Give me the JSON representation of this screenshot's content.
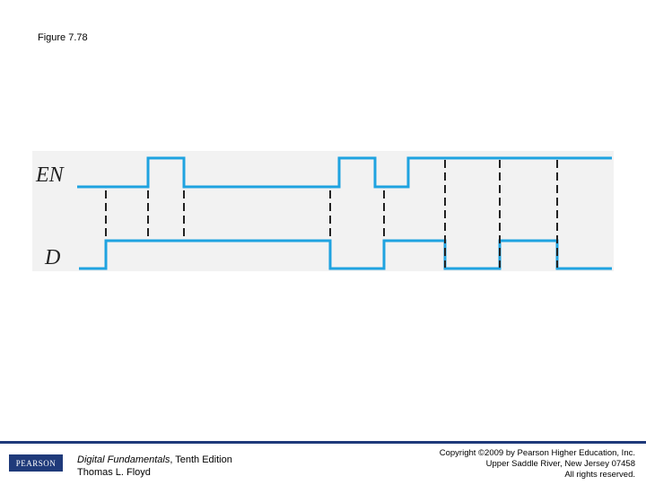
{
  "figure_label": "Figure 7.78",
  "signals": {
    "en_label": "EN",
    "d_label": "D"
  },
  "colors": {
    "waveform": "#1fa3e0",
    "plot_background": "#f2f2f2",
    "footer_accent": "#1f3a7a"
  },
  "footer": {
    "logo_text": "PEARSON",
    "book_title": "Digital Fundamentals",
    "book_edition": ", Tenth Edition",
    "author": "Thomas L. Floyd",
    "copyright_line1": "Copyright ©2009 by Pearson Higher Education, Inc.",
    "copyright_line2": "Upper Saddle River, New Jersey 07458",
    "copyright_line3": "All rights reserved."
  }
}
